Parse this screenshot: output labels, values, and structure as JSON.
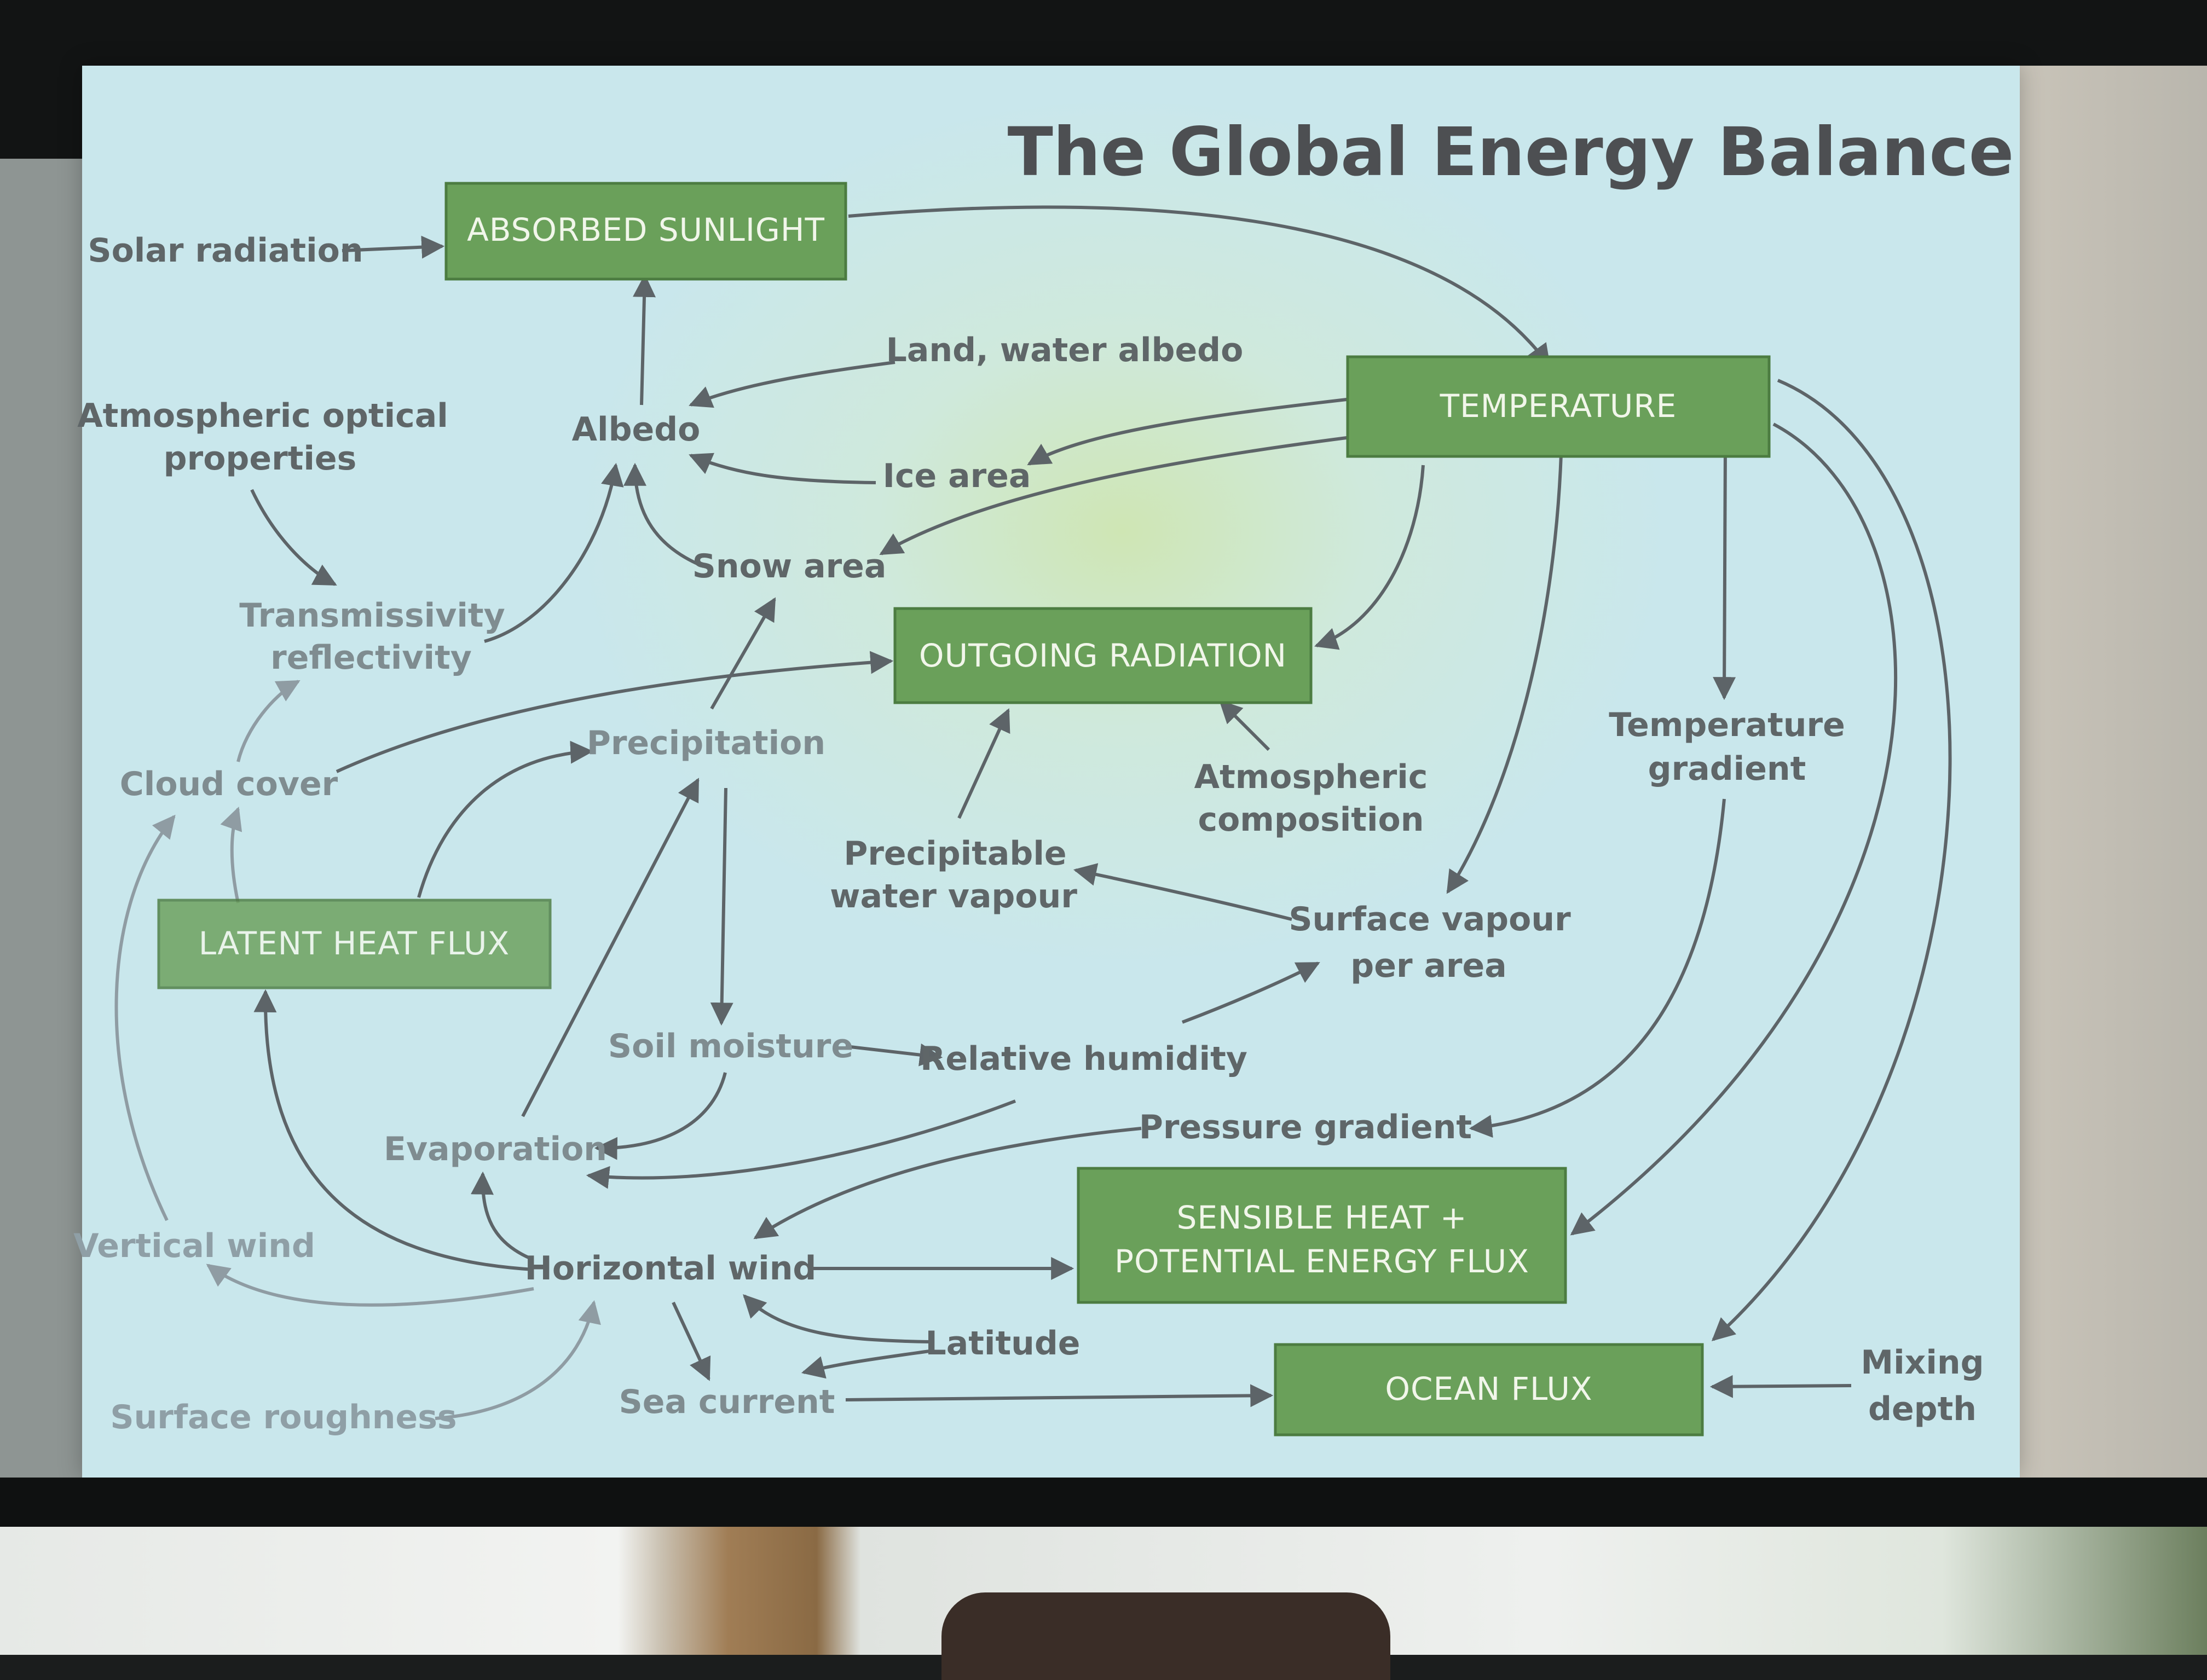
{
  "title": "The Global Energy Balance",
  "boxes": {
    "absorbed_sunlight": "ABSORBED SUNLIGHT",
    "temperature": "TEMPERATURE",
    "outgoing_radiation": "OUTGOING RADIATION",
    "latent_heat_flux": "LATENT HEAT FLUX",
    "sensible_heat_1": "SENSIBLE HEAT +",
    "sensible_heat_2": "POTENTIAL ENERGY FLUX",
    "ocean_flux": "OCEAN FLUX"
  },
  "labels": {
    "solar_radiation": "Solar radiation",
    "land_water_albedo": "Land, water albedo",
    "albedo": "Albedo",
    "atm_optical_1": "Atmospheric optical",
    "atm_optical_2": "properties",
    "ice_area": "Ice area",
    "snow_area": "Snow area",
    "transmissivity_1": "Transmissivity",
    "transmissivity_2": "reflectivity",
    "cloud_cover": "Cloud cover",
    "precipitation": "Precipitation",
    "atm_composition_1": "Atmospheric",
    "atm_composition_2": "composition",
    "temp_gradient_1": "Temperature",
    "temp_gradient_2": "gradient",
    "precipitable_1": "Precipitable",
    "precipitable_2": "water vapour",
    "surface_vapour_1": "Surface vapour",
    "surface_vapour_2": "per area",
    "soil_moisture": "Soil moisture",
    "relative_humidity": "Relative humidity",
    "evaporation": "Evaporation",
    "pressure_gradient": "Pressure gradient",
    "vertical_wind": "Vertical wind",
    "horizontal_wind": "Horizontal wind",
    "latitude": "Latitude",
    "surface_roughness": "Surface roughness",
    "sea_current": "Sea current",
    "mixing_depth_1": "Mixing",
    "mixing_depth_2": "depth"
  }
}
